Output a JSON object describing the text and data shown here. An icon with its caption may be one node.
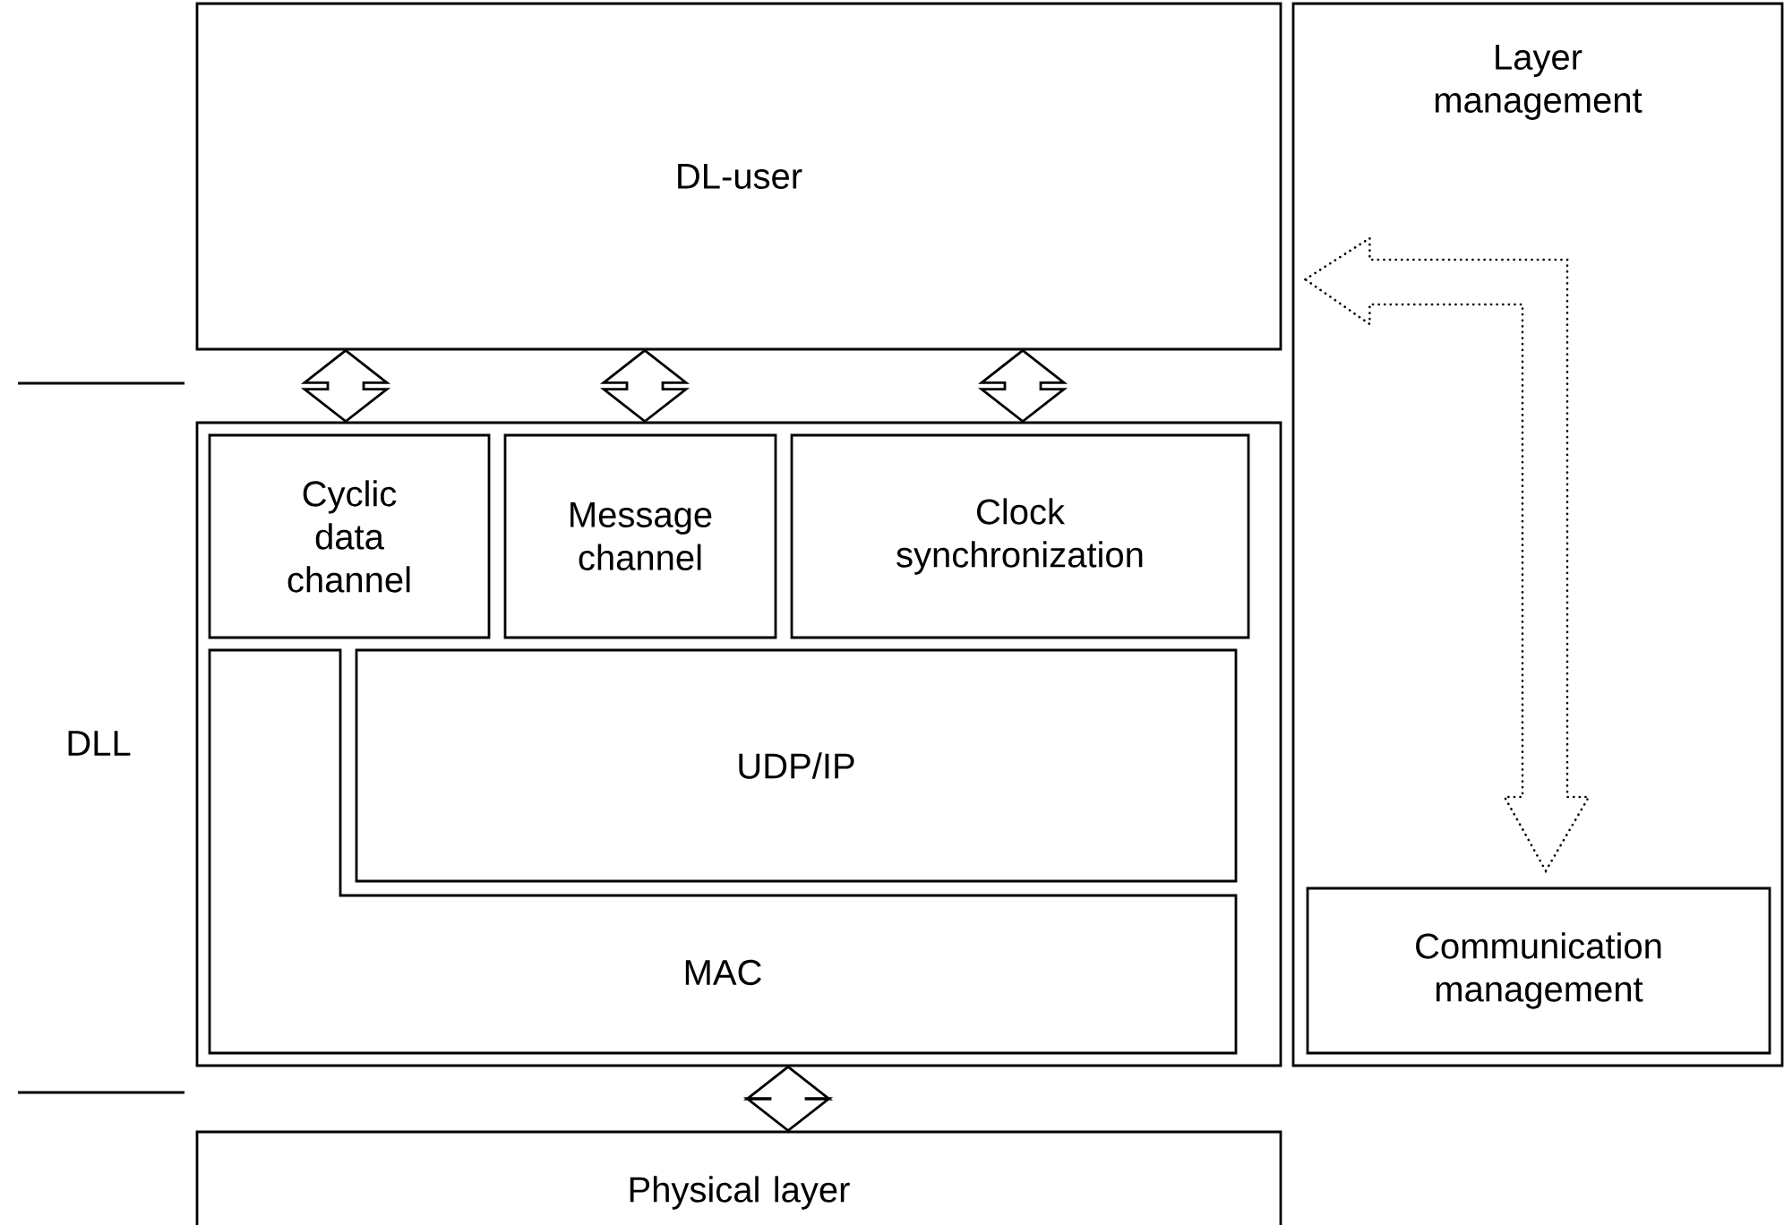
{
  "diagram": {
    "nodes": [
      {
        "text": [
          "DL-user"
        ]
      },
      {
        "text": [
          "Layer management"
        ]
      },
      {
        "text": [],
        "shape": "box",
        "beside": [
          "DLL"
        ]
      },
      {
        "text": [
          "Cyclic data channel"
        ],
        "in": 2
      },
      {
        "text": [
          "Message channel"
        ],
        "in": 2
      },
      {
        "text": [
          "Clock synchronization"
        ],
        "in": 2
      },
      {
        "text": [
          "UDP/IP"
        ],
        "in": 2
      },
      {
        "text": [
          "MAC"
        ],
        "in": 2
      },
      {
        "text": [
          "Communication management"
        ],
        "in": 1
      },
      {
        "text": [
          "Physical layer"
        ]
      }
    ],
    "edges": [
      {
        "from": 0,
        "to": 3,
        "arrow": "both"
      },
      {
        "from": 0,
        "to": 4,
        "arrow": "both"
      },
      {
        "from": 0,
        "to": 5,
        "arrow": "both"
      },
      {
        "from": 2,
        "to": 9,
        "arrow": "both"
      },
      {
        "from": 0,
        "to": 8,
        "arrow": "both",
        "style": "dashed"
      }
    ]
  }
}
